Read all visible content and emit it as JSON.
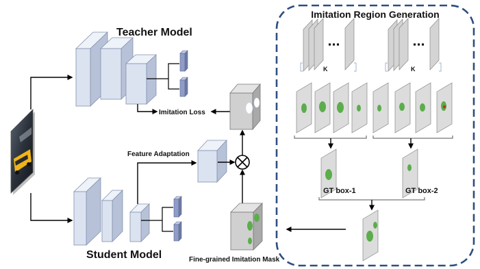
{
  "labels": {
    "teacher_model": "Teacher Model",
    "student_model": "Student Model",
    "imitation_loss": "Imitation Loss",
    "feature_adaptation": "Feature Adaptation",
    "fine_grained_mask": "Fine-grained Imitation Mask",
    "region_title": "Imitation Region Generation",
    "k_left": "K",
    "k_right": "K",
    "gt_box_1": "GT box-1",
    "gt_box_2": "GT box-2"
  },
  "colors": {
    "block_front": "#dbe3f1",
    "block_side": "#b7c2d8",
    "block_top": "#eef2f9",
    "head_front": "#8e9cc7",
    "gray_front": "#d0d0d0",
    "gray_side": "#a8a8a8",
    "dashed_border": "#2d4e80",
    "green_blob": "#5cad4b",
    "red_center": "#cc2a2a"
  },
  "icons": {
    "multiply": "circle-times-icon",
    "input": "car-image-icon"
  }
}
